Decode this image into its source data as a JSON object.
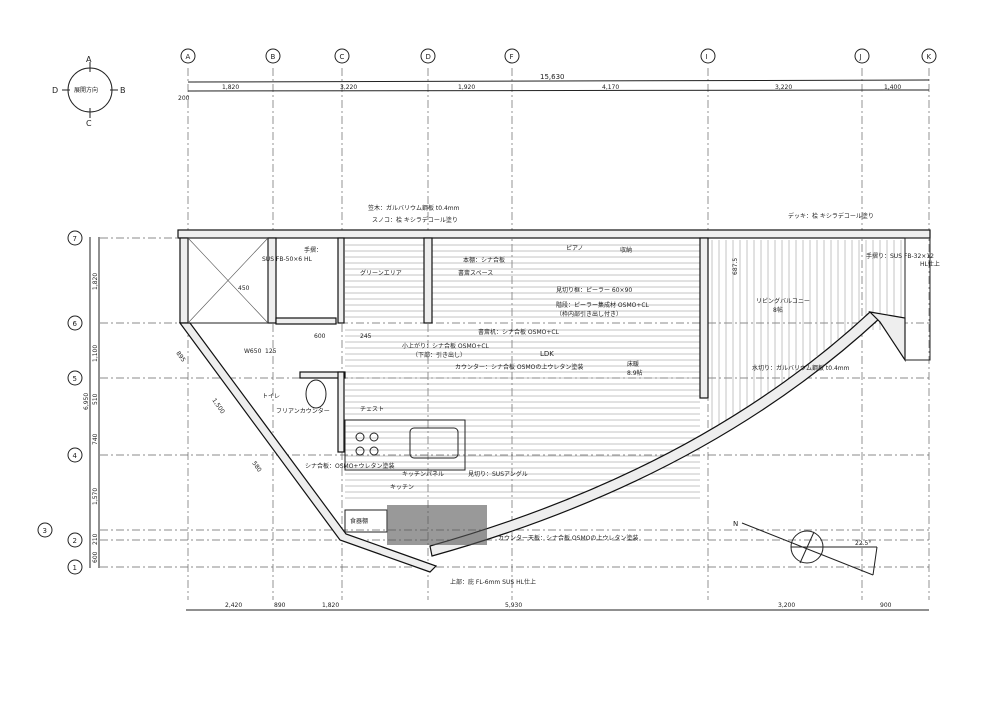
{
  "compass": {
    "a": "A",
    "b": "B",
    "c": "C",
    "d": "D",
    "label": "展開方向"
  },
  "columns": [
    "A",
    "B",
    "C",
    "D",
    "F",
    "I",
    "J",
    "K"
  ],
  "rows": [
    "7",
    "6",
    "5",
    "4",
    "3",
    "2",
    "1"
  ],
  "top_dims": {
    "total": "15,630",
    "offset": "200",
    "segments": [
      "1,820",
      "3,220",
      "1,920",
      "4,170",
      "3,220",
      "1,400"
    ]
  },
  "left_dims": {
    "total": "6,950",
    "segments": [
      "1,820",
      "1,100",
      "510",
      "740",
      "1,570",
      "210",
      "600"
    ]
  },
  "bottom_dims": [
    "2,420",
    "890",
    "1,820",
    "5,930",
    "3,200",
    "900"
  ],
  "labels": {
    "kasagi": "笠木：ガルバリウム鋼板 t0.4mm",
    "sunoko": "スノコ：桧 キシラデコール塗り",
    "tesuri": "手摺：",
    "tesuri_spec": "SUS FB-50×6 HL",
    "green": "グリーンエリア",
    "hondana": "本棚：シナ合板",
    "shosai": "書斎スペース",
    "piano": "ピアノ",
    "shuno": "収納",
    "mikiri_kamachi": "見切り框：ピーラー 60×90",
    "kaidan": "階段：ピーラー集成材 OSMO+CL",
    "kaidan_note": "（枠内部引き出し付き）",
    "shosai_desk": "書斎机：シナ合板 OSMO+CL",
    "koagari": "小上がり：シナ合板 OSMO+CL",
    "koagari_note": "（下部：引き出し）",
    "ldk": "LDK",
    "counter": "カウンター：シナ合板 OSMOの上ウレタン塗装",
    "yukadan": "床暖",
    "jo": "8.9帖",
    "deck": "デッキ：桧 キシラデコール塗り",
    "tesuri2": "手摺り：SUS FB-32×12",
    "tesuri2_finish": "HL仕上",
    "balcony": "リビングバルコニー",
    "balcony_size": "8帖",
    "mizukiri": "水切り：ガルバリウム鋼板 t0.4mm",
    "dim_687": "687.5",
    "toilet": "トイレ",
    "toilet_counter": "フリアンカウンター",
    "chest": "チェスト",
    "shina_urethane": "シナ合板：OSMO+ウレタン塗装",
    "kitchen_panel": "キッチンパネル",
    "kitchen": "キッチン",
    "mikiri_sus": "見切り：SUSアングル",
    "shokkidana": "食器棚",
    "counter_top": "カウンター天板：シナ合板 OSMOの上ウレタン塗装",
    "hisashi": "上部：庇 FL-6mm SUS HL仕上",
    "north": "N",
    "angle": "22.5°",
    "w650": "W650",
    "d125": "125",
    "d600": "600",
    "d245": "245",
    "d1500": "1,500",
    "d895": "895",
    "d580": "580",
    "d450": "450"
  }
}
